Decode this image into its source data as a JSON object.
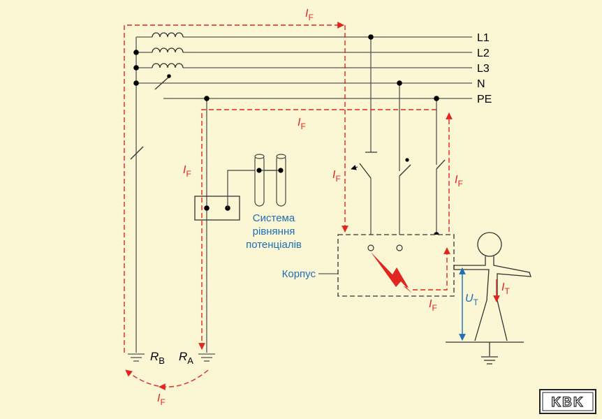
{
  "lines": {
    "l1": "L1",
    "l2": "L2",
    "l3": "L3",
    "n": "N",
    "pe": "PE"
  },
  "fault_current": {
    "symbol": "I",
    "subscript": "F"
  },
  "touch_current": {
    "symbol": "I",
    "subscript": "T"
  },
  "touch_voltage": {
    "symbol": "U",
    "subscript": "T"
  },
  "resistance_b": {
    "symbol": "R",
    "subscript": "B"
  },
  "resistance_a": {
    "symbol": "R",
    "subscript": "A"
  },
  "equipotential_label": [
    "Система",
    "рівняння",
    "потенціалів"
  ],
  "enclosure_label": "Корпус",
  "logo": "KBK",
  "colors": {
    "background": "#fbf6d4",
    "fault": "#e0261e",
    "annotation": "#1d6fb8",
    "wire": "#000000"
  }
}
